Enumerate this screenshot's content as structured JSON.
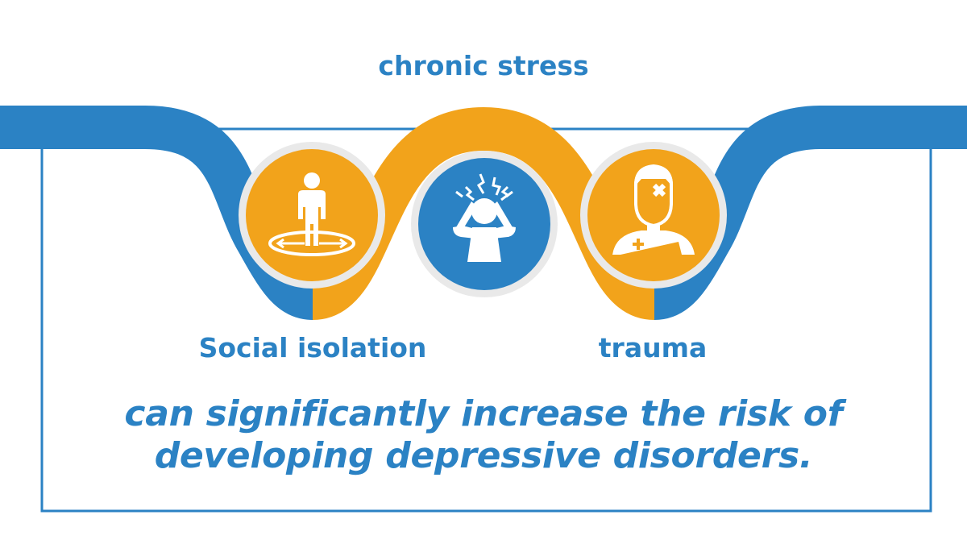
{
  "factors": {
    "top": "chronic stress",
    "left": "Social isolation",
    "right": "trauma"
  },
  "tagline": {
    "line1": "can significantly increase the risk of",
    "line2": "developing depressive disorders."
  },
  "icons": {
    "left": "isolated-person-icon",
    "center": "stressed-person-icon",
    "right": "injured-person-icon"
  },
  "colors": {
    "blue": "#2b82c4",
    "orange": "#f2a31b",
    "white": "#ffffff",
    "ring": "#e9e9e9"
  }
}
